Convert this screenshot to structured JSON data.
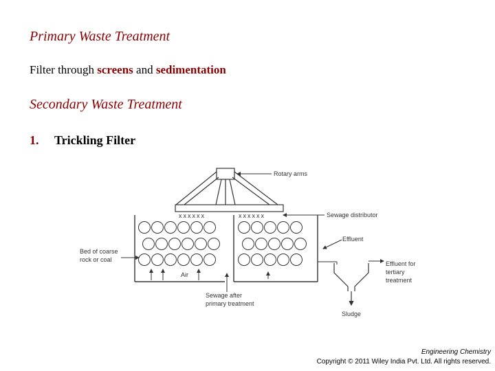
{
  "slide": {
    "primary_heading": "Primary Waste Treatment",
    "primary_text_pre": "Filter through ",
    "primary_text_hl1": "screens",
    "primary_text_mid": " and ",
    "primary_text_hl2": "sedimentation",
    "secondary_heading": "Secondary Waste Treatment",
    "list_number": "1.",
    "list_text": "Trickling Filter"
  },
  "diagram": {
    "labels": {
      "rotary_arms": "Rotary arms",
      "sewage_distributor": "Sewage distributor",
      "effluent": "Effluent",
      "bed_line1": "Bed of coarse",
      "bed_line2": "rock or coal",
      "air": "Air",
      "tertiary_line1": "Effluent for",
      "tertiary_line2": "tertiary",
      "tertiary_line3": "treatment",
      "sewage_after_line1": "Sewage after",
      "sewage_after_line2": "primary treatment",
      "sludge": "Sludge"
    },
    "nozzles_left": "xxxxxx",
    "nozzles_right": "xxxxxx"
  },
  "footer": {
    "book_title": "Engineering Chemistry",
    "copyright": "Copyright © 2011 Wiley India Pvt. Ltd. All rights reserved."
  },
  "colors": {
    "heading": "#8b0000",
    "diagram_line": "#333333"
  }
}
